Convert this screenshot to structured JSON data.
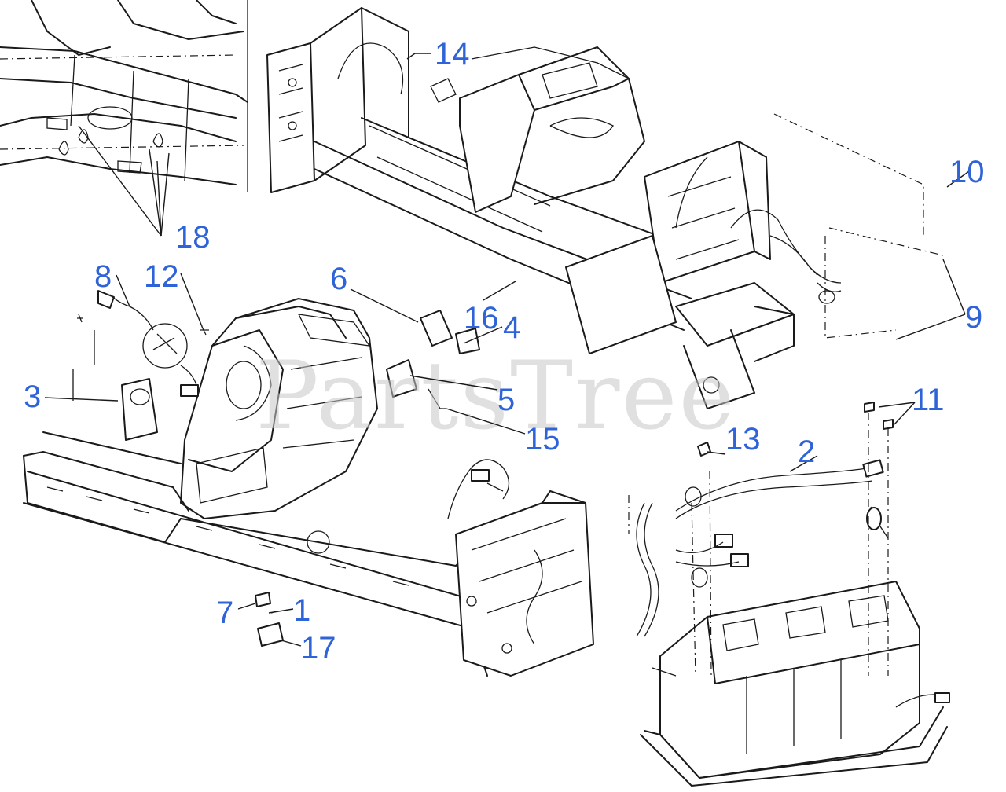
{
  "watermark": "PartsTree",
  "callouts": [
    {
      "id": "c1",
      "label": "1"
    },
    {
      "id": "c2",
      "label": "2"
    },
    {
      "id": "c3",
      "label": "3"
    },
    {
      "id": "c4",
      "label": "4"
    },
    {
      "id": "c5",
      "label": "5"
    },
    {
      "id": "c6",
      "label": "6"
    },
    {
      "id": "c7",
      "label": "7"
    },
    {
      "id": "c8",
      "label": "8"
    },
    {
      "id": "c9",
      "label": "9"
    },
    {
      "id": "c10",
      "label": "10"
    },
    {
      "id": "c11",
      "label": "11"
    },
    {
      "id": "c12",
      "label": "12"
    },
    {
      "id": "c13",
      "label": "13"
    },
    {
      "id": "c14",
      "label": "14"
    },
    {
      "id": "c15",
      "label": "15"
    },
    {
      "id": "c16",
      "label": "16"
    },
    {
      "id": "c17",
      "label": "17"
    },
    {
      "id": "c18",
      "label": "18"
    }
  ],
  "colors": {
    "callout": "#2f63d8",
    "line": "#1a1a1a",
    "watermark": "#c8c8c8"
  }
}
